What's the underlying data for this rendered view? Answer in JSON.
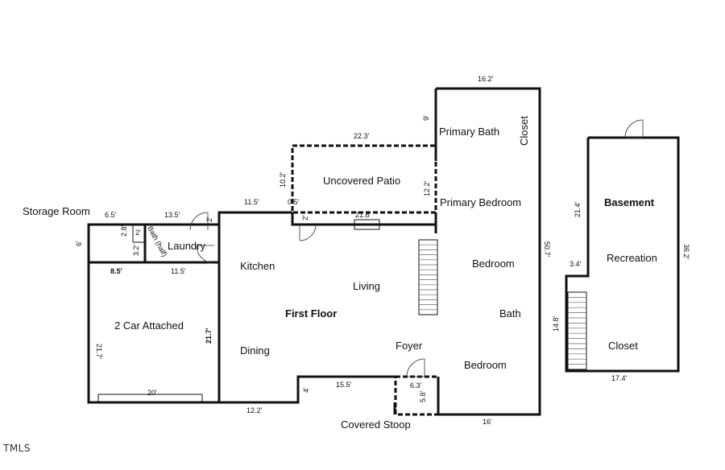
{
  "floors": {
    "first_floor": "First Floor",
    "basement": "Basement"
  },
  "rooms": {
    "storage_room": "Storage Room",
    "laundry": "Laundry",
    "bath_half": "Bath (half)",
    "kitchen": "Kitchen",
    "living": "Living",
    "dining": "Dining",
    "garage": "2 Car Attached",
    "uncovered_patio": "Uncovered Patio",
    "primary_bath": "Primary Bath",
    "primary_bedroom": "Primary Bedroom",
    "closet_main": "Closet",
    "bedroom_1": "Bedroom",
    "bath": "Bath",
    "bedroom_2": "Bedroom",
    "foyer": "Foyer",
    "covered_stoop": "Covered Stoop",
    "recreation": "Recreation",
    "closet_basement": "Closet"
  },
  "dimensions": {
    "d_16_2": "16.2'",
    "d_9": "9'",
    "d_22_3": "22.3'",
    "d_10_2": "10.2'",
    "d_12_2": "12.2'",
    "d_11_5_top": "11.5'",
    "d_0_5": "0.5'",
    "d_2_kitchen": "2'",
    "d_2_patio": "2'",
    "d_21_8": "21.8'",
    "d_6_5": "6.5'",
    "d_13_5": "13.5'",
    "d_6": "6'",
    "d_2_8": "2.8'",
    "d_2_bath": "2'",
    "d_3_2": "3.2'",
    "d_8_5": "8.5'",
    "d_11_5_garage": "11.5'",
    "d_21_7_left": "21.7'",
    "d_21_7_right": "21.7'",
    "d_20": "20'",
    "d_12_2_bottom": "12.2'",
    "d_4": "4'",
    "d_15_5": "15.5'",
    "d_6_3": "6.3'",
    "d_5_8": "5.8'",
    "d_16": "16'",
    "d_50_7": "50.7'",
    "d_21_4": "21.4'",
    "d_36_2": "36.2'",
    "d_3_4": "3.4'",
    "d_14_8": "14.8'",
    "d_17_4": "17.4'"
  },
  "logo": "TMLS"
}
